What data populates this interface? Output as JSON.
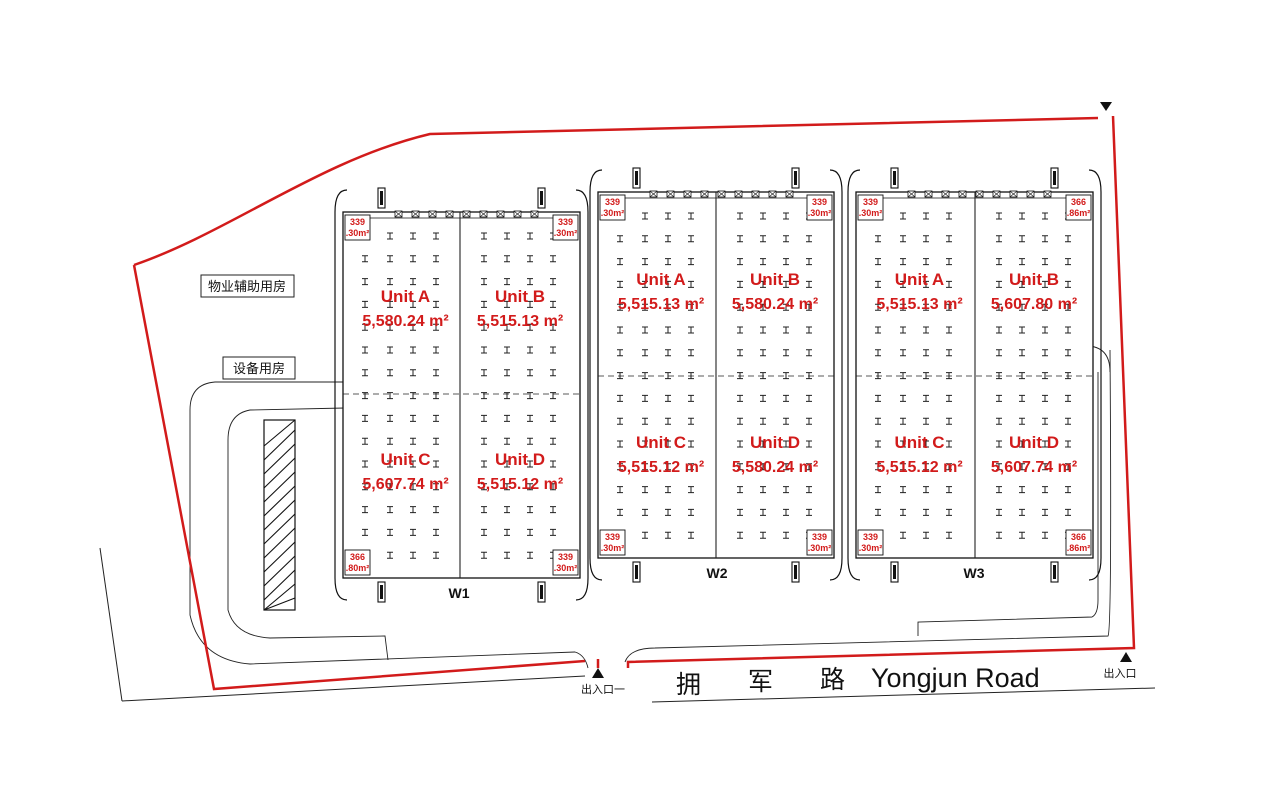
{
  "colors": {
    "boundary": "#d21b1b",
    "unit_text": "#d21b1b",
    "lines": "#111111"
  },
  "site": {
    "auxiliary_building_label": "物业辅助用房",
    "equipment_room_label": "设备用房",
    "entrance_1_label": "出入口一",
    "entrance_2_label": "出入口",
    "road_name_cn": [
      "拥",
      "军",
      "路"
    ],
    "road_name_en": "Yongjun Road",
    "north_marker": "arrow-down-icon"
  },
  "warehouses": [
    {
      "name": "W1",
      "units": [
        {
          "name": "Unit A",
          "area": "5,580.24 m²"
        },
        {
          "name": "Unit B",
          "area": "5,515.13 m²"
        },
        {
          "name": "Unit C",
          "area": "5,607.74 m²"
        },
        {
          "name": "Unit D",
          "area": "5,515.12 m²"
        }
      ],
      "corners": [
        {
          "top": "339",
          "bottom": ".30m²"
        },
        {
          "top": "339",
          "bottom": ".30m²"
        },
        {
          "top": "366",
          "bottom": ".80m²"
        },
        {
          "top": "339",
          "bottom": ".30m²"
        }
      ]
    },
    {
      "name": "W2",
      "units": [
        {
          "name": "Unit A",
          "area": "5,515.13 m²"
        },
        {
          "name": "Unit B",
          "area": "5,580.24  m²"
        },
        {
          "name": "Unit C",
          "area": "5,515.12 m²"
        },
        {
          "name": "Unit D",
          "area": "5,580.24 m²"
        }
      ],
      "corners": [
        {
          "top": "339",
          "bottom": ".30m²"
        },
        {
          "top": "339",
          "bottom": ".30m²"
        },
        {
          "top": "339",
          "bottom": ".30m²"
        },
        {
          "top": "339",
          "bottom": ".30m²"
        }
      ]
    },
    {
      "name": "W3",
      "units": [
        {
          "name": "Unit A",
          "area": "5,515.13 m²"
        },
        {
          "name": "Unit B",
          "area": "5,607.80  m²"
        },
        {
          "name": "Unit C",
          "area": "5,515.12 m²"
        },
        {
          "name": "Unit D",
          "area": "5,607.74 m²"
        }
      ],
      "corners": [
        {
          "top": "339",
          "bottom": ".30m²"
        },
        {
          "top": "366",
          "bottom": ".86m²"
        },
        {
          "top": "339",
          "bottom": ".30m²"
        },
        {
          "top": "366",
          "bottom": ".86m²"
        }
      ]
    }
  ]
}
